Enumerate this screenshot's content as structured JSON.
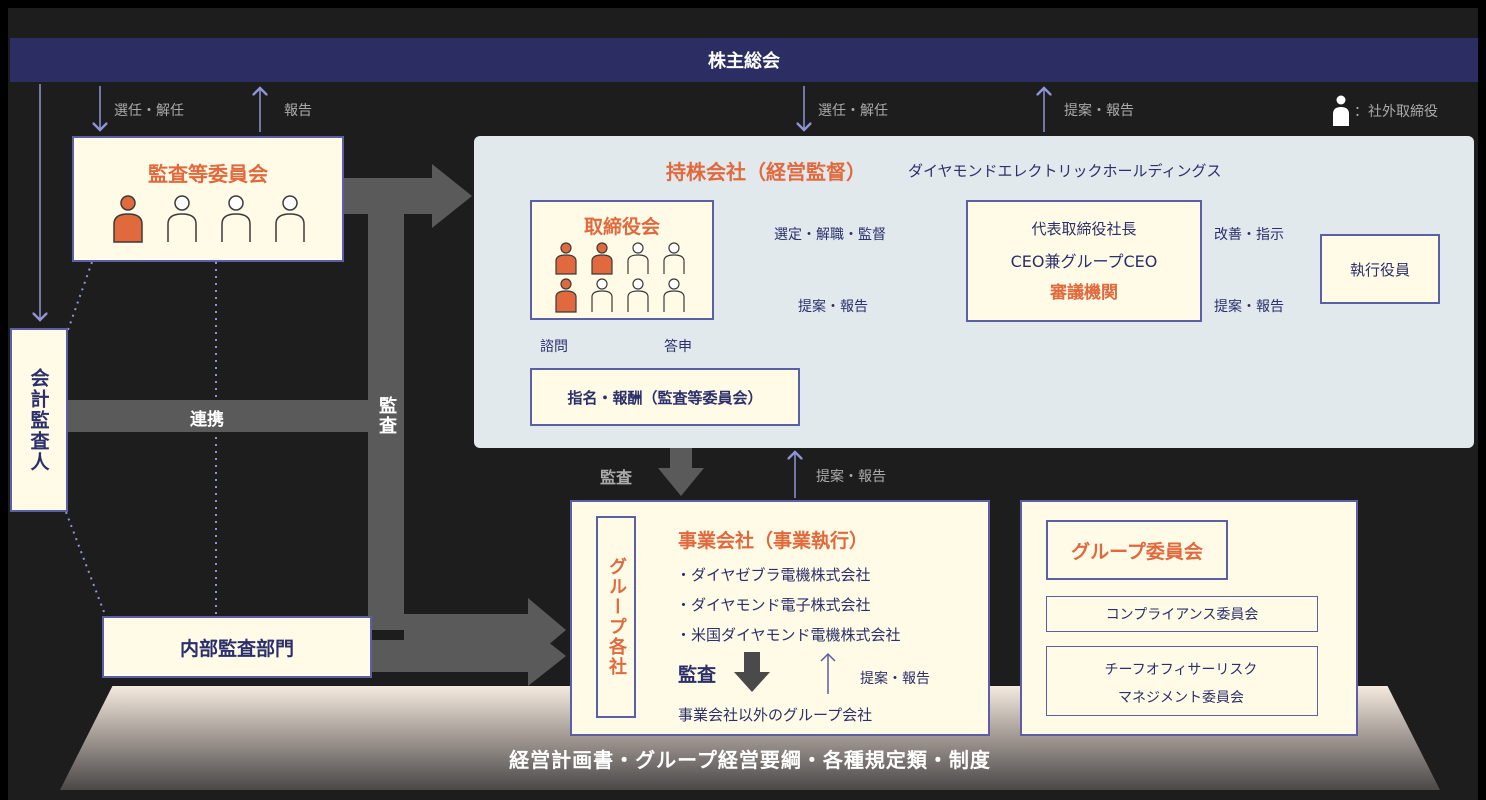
{
  "top_bar": "株主総会",
  "legend_outside_director": "：社外取締役",
  "labels": {
    "elect_dismiss_left": "選任・解任",
    "report_left": "報告",
    "elect_dismiss_right": "選任・解任",
    "proposal_report_top": "提案・報告",
    "cooperation": "連携",
    "audit_vertical": "監査",
    "audit_lower": "監査",
    "proposal_report_lower": "提案・報告"
  },
  "audit_committee": {
    "title": "監査等委員会"
  },
  "accounting_auditor": {
    "title": "会計監査人"
  },
  "internal_audit": {
    "title": "内部監査部門"
  },
  "holding_company": {
    "title": "持株会社（経営監督）",
    "name": "ダイヤモンドエレクトリックホールディングス"
  },
  "board": {
    "title": "取締役会"
  },
  "board_to_ceo": "選定・解職・監督",
  "ceo_to_board": "提案・報告",
  "ceo_box": {
    "line1": "代表取締役社長",
    "line2": "CEO兼グループCEO",
    "line3": "審議機関"
  },
  "ceo_to_exec": "改善・指示",
  "exec_to_ceo": "提案・報告",
  "executive": {
    "title": "執行役員"
  },
  "inquiry": "諮問",
  "response": "答申",
  "nomination": {
    "title": "指名・報酬（監査等委員会）"
  },
  "group_companies": {
    "vertical_label": "グループ各社",
    "title": "事業会社（事業執行）",
    "companies": [
      "・ダイヤゼブラ電機株式会社",
      "・ダイヤモンド電子株式会社",
      "・米国ダイヤモンド電機株式会社"
    ],
    "audit": "監査",
    "proposal_report": "提案・報告",
    "other": "事業会社以外のグループ会社"
  },
  "group_committee": {
    "title": "グループ委員会",
    "items": [
      "コンプライアンス委員会",
      "チーフオフィサーリスク",
      "マネジメント委員会"
    ]
  },
  "foundation": "経営計画書・グループ経営要綱・各種規定類・制度",
  "colors": {
    "navy": "#2b2d63",
    "accent_orange": "#e06a3e",
    "box_fill": "#fffbe6",
    "holding_fill": "#e2e9ed",
    "arrow_grey": "#5a5a5a"
  }
}
